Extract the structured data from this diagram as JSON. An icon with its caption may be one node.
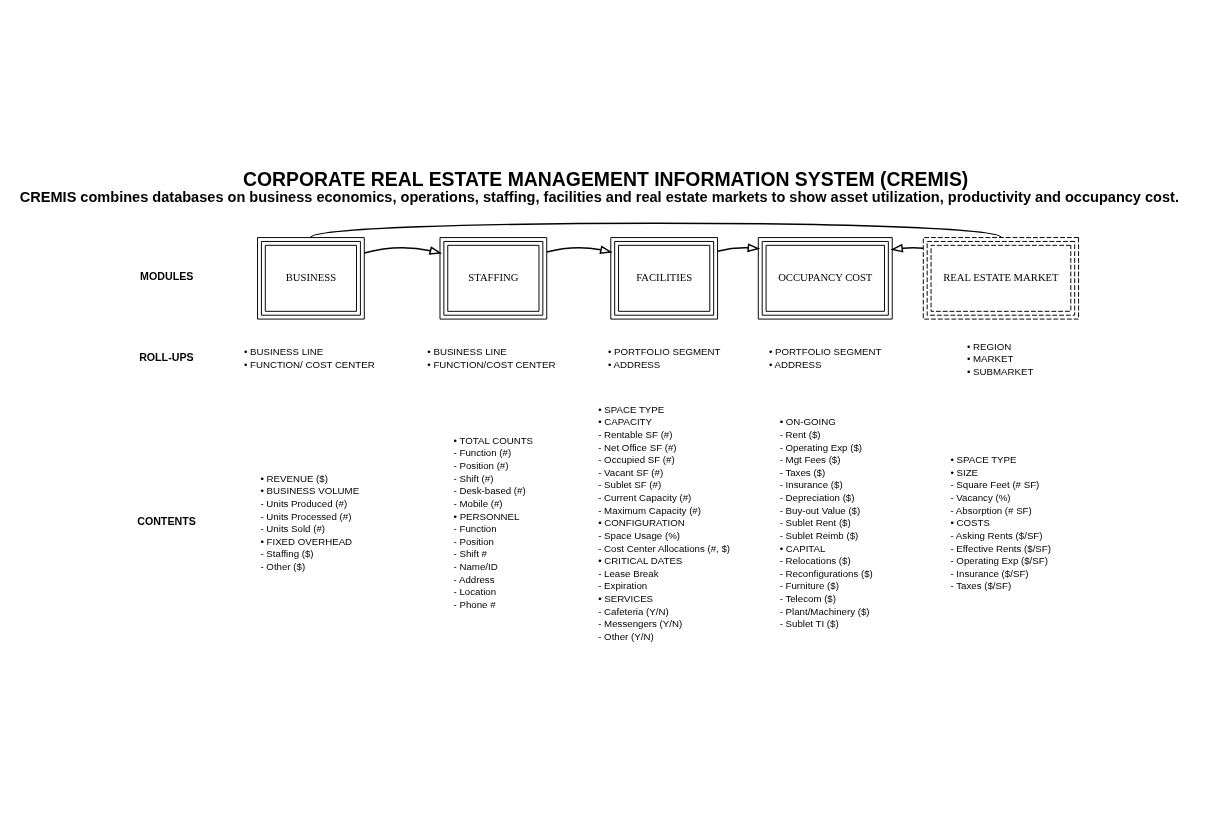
{
  "diagram": {
    "title": "CORPORATE REAL ESTATE MANAGEMENT INFORMATION SYSTEM (CREMIS)",
    "caption": "CREMIS combines databases on business economics, operations, staffing, facilities and real estate markets to show asset utilization, productivity and occupancy cost.",
    "nodes": [
      {
        "text": [
          "BUSINESS"
        ]
      },
      {
        "text": [
          "STAFFING"
        ]
      },
      {
        "text": [
          "FACILITIES"
        ]
      },
      {
        "text": [
          "OCCUPANCY COST"
        ]
      },
      {
        "text": [
          "REAL ESTATE MARKET"
        ]
      }
    ],
    "edges": [
      {
        "from": 0,
        "to": 1,
        "arrow": "to"
      },
      {
        "from": 1,
        "to": 2,
        "arrow": "to"
      },
      {
        "from": 2,
        "to": 3,
        "arrow": "to"
      },
      {
        "from": 4,
        "to": 3,
        "arrow": "to"
      },
      {
        "from": 0,
        "to": 4,
        "arrow": "none"
      }
    ],
    "labels": [
      "MODULES",
      "ROLL-UPS",
      "• BUSINESS LINE",
      "• FUNCTION/ COST CENTER",
      "• BUSINESS LINE",
      "• FUNCTION/COST CENTER",
      "• PORTFOLIO SEGMENT",
      "• ADDRESS",
      "• PORTFOLIO SEGMENT",
      "• ADDRESS",
      "• REGION",
      "• MARKET",
      "• SUBMARKET",
      "CONTENTS",
      "• REVENUE ($)",
      "• BUSINESS VOLUME",
      "- Units Produced (#)",
      "- Units Processed (#)",
      "- Units Sold (#)",
      "• FIXED OVERHEAD",
      "- Staffing ($)",
      "- Other ($)",
      "• TOTAL COUNTS",
      "- Function (#)",
      "- Position (#)",
      "- Shift (#)",
      "- Desk-based (#)",
      "- Mobile (#)",
      "• PERSONNEL",
      "- Function",
      "- Position",
      "- Shift #",
      "- Name/ID",
      "- Address",
      "- Location",
      "- Phone #",
      "• SPACE TYPE",
      "• CAPACITY",
      "- Rentable SF (#)",
      "- Net Office SF (#)",
      "- Occupied SF (#)",
      "- Vacant SF (#)",
      "- Sublet SF (#)",
      "- Current Capacity (#)",
      "- Maximum Capacity (#)",
      "• CONFIGURATION",
      "- Space Usage (%)",
      "- Cost Center Allocations (#, $)",
      "• CRITICAL DATES",
      "- Lease Break",
      "- Expiration",
      "• SERVICES",
      "- Cafeteria (Y/N)",
      "- Messengers (Y/N)",
      "- Other (Y/N)",
      "• ON-GOING",
      "- Rent ($)",
      "- Operating Exp ($)",
      "- Mgt Fees ($)",
      "- Taxes ($)",
      "- Insurance ($)",
      "- Depreciation ($)",
      "- Buy-out Value ($)",
      "- Sublet Rent ($)",
      "- Sublet Reimb ($)",
      "• CAPITAL",
      "- Relocations ($)",
      "- Reconfigurations ($)",
      "- Furniture ($)",
      "- Telecom ($)",
      "- Plant/Machinery ($)",
      "- Sublet TI ($)",
      "• SPACE TYPE",
      "• SIZE",
      "- Square Feet (# SF)",
      "- Vacancy (%)",
      "- Absorption (# SF)",
      "• COSTS",
      "- Asking Rents ($/SF)",
      "- Effective Rents ($/SF)",
      "- Operating Exp ($/SF)",
      "- Insurance ($/SF)",
      "- Taxes ($/SF)"
    ]
  }
}
